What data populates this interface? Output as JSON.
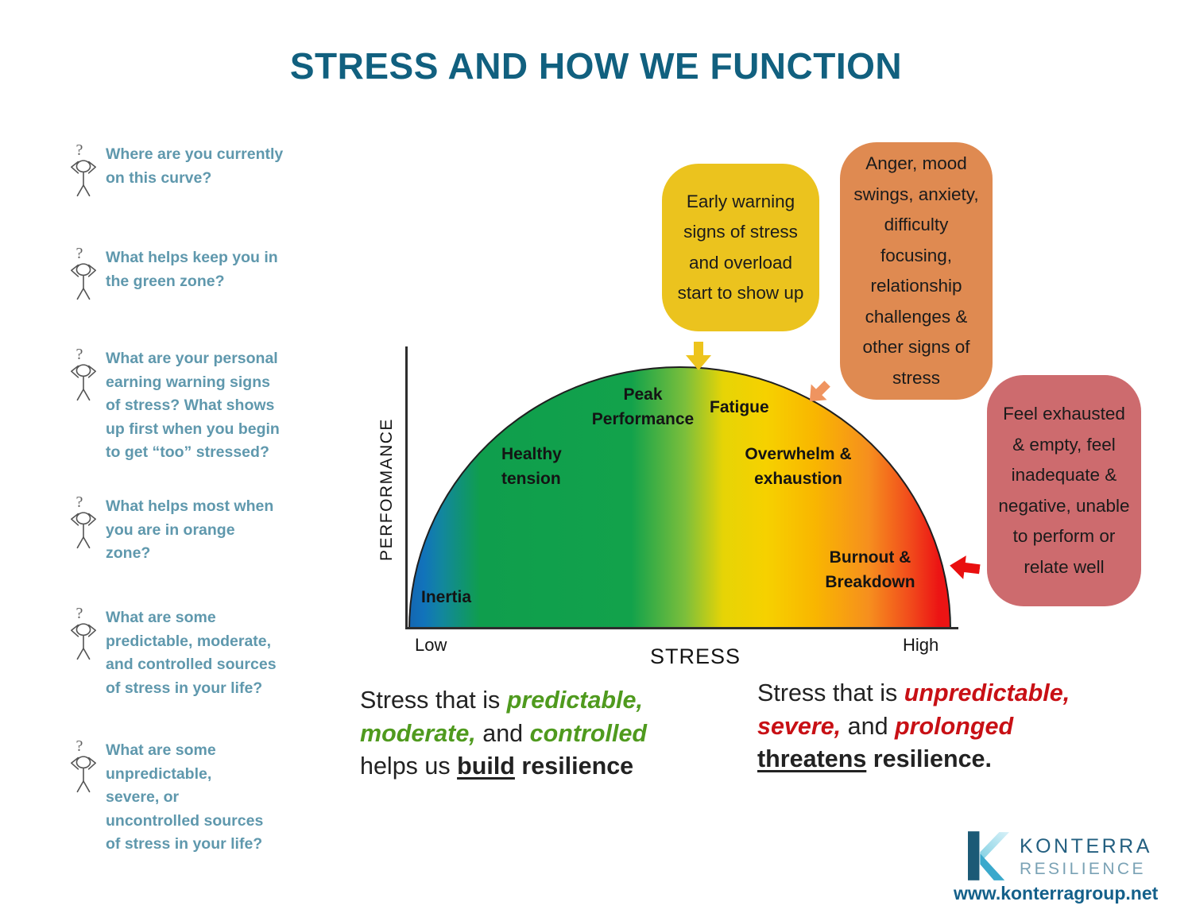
{
  "title": "STRESS AND HOW WE FUNCTION",
  "questions": [
    "Where are you currently\non this curve?",
    "What helps keep you in\nthe green zone?",
    "What are your personal\nearning warning signs\nof stress? What shows\nup first when you begin\nto get “too” stressed?",
    "What helps most when\nyou are in orange\nzone?",
    "What are some\npredictable, moderate,\nand controlled sources\nof stress in your life?",
    "What are some\nunpredictable,\nsevere, or\nuncontrolled sources\nof stress in your life?"
  ],
  "chart": {
    "y_axis": "PERFORMANCE",
    "x_axis": "STRESS",
    "x_low": "Low",
    "x_high": "High",
    "zones": [
      "Inertia",
      "Healthy\ntension",
      "Peak\nPerformance",
      "Fatigue",
      "Overwhelm &\nexhaustion",
      "Burnout &\nBreakdown"
    ]
  },
  "chart_data": {
    "type": "area",
    "title": "Stress vs Performance inverted-U curve",
    "xlabel": "STRESS",
    "ylabel": "PERFORMANCE",
    "x_tick_labels": [
      "Low",
      "High"
    ],
    "shape": "semi-ellipse dome, performance rises then falls as stress increases",
    "zones": [
      {
        "label": "Inertia",
        "x_fraction": 0.05,
        "region": "low stress, low performance",
        "color": "#1173bb"
      },
      {
        "label": "Healthy tension",
        "x_fraction": 0.22,
        "region": "rising performance",
        "color": "#12a24b"
      },
      {
        "label": "Peak Performance",
        "x_fraction": 0.45,
        "region": "top of curve",
        "color": "#7cbf3b"
      },
      {
        "label": "Fatigue",
        "x_fraction": 0.6,
        "region": "just past peak",
        "color": "#f6d100"
      },
      {
        "label": "Overwhelm & exhaustion",
        "x_fraction": 0.72,
        "region": "declining performance",
        "color": "#f9b600"
      },
      {
        "label": "Burnout & Breakdown",
        "x_fraction": 0.87,
        "region": "very high stress, low performance",
        "color": "#ec1414"
      }
    ],
    "gradient_stops": [
      "#1467b2",
      "#12a24b",
      "#7cbf3b",
      "#f6d100",
      "#f9b600",
      "#f68f1e",
      "#ec1414"
    ]
  },
  "callouts": {
    "early_warning": {
      "text": "Early warning\nsigns of stress\nand overload\nstart to show up",
      "bg": "#ebc31e",
      "arrow": "down",
      "arrow_color": "#edc41d"
    },
    "orange_signs": {
      "text": "Anger, mood\nswings, anxiety,\ndifficulty\nfocusing,\nrelationship\nchallenges &\nother signs of\nstress",
      "bg": "#df8a51",
      "arrow": "down-left",
      "arrow_color": "#ef9460"
    },
    "burnout_feelings": {
      "text": "Feel exhausted\n& empty, feel\ninadequate &\nnegative, unable\nto perform or\nrelate well",
      "bg": "#cd6b6e",
      "arrow": "left",
      "arrow_color": "#e90f0f"
    }
  },
  "statements": {
    "positive": {
      "accent_color": "#4f9a1e",
      "lines": [
        {
          "runs": [
            {
              "text": "Stress that is ",
              "style": "plain"
            },
            {
              "text": "predictable,",
              "style": "accent"
            }
          ]
        },
        {
          "runs": [
            {
              "text": "moderate,",
              "style": "accent"
            },
            {
              "text": " and ",
              "style": "plain"
            },
            {
              "text": "controlled",
              "style": "accent"
            }
          ]
        },
        {
          "runs": [
            {
              "text": "helps us ",
              "style": "plain"
            },
            {
              "text": "build",
              "style": "bold-underline"
            },
            {
              "text": " resilience",
              "style": "bold"
            }
          ]
        }
      ]
    },
    "negative": {
      "accent_color": "#c81015",
      "lines": [
        {
          "runs": [
            {
              "text": "Stress that is ",
              "style": "plain"
            },
            {
              "text": "unpredictable,",
              "style": "accent"
            }
          ]
        },
        {
          "runs": [
            {
              "text": "severe,",
              "style": "accent"
            },
            {
              "text": " and ",
              "style": "plain"
            },
            {
              "text": "prolonged",
              "style": "accent"
            }
          ]
        },
        {
          "runs": [
            {
              "text": "threatens",
              "style": "bold-underline"
            },
            {
              "text": " resilience.",
              "style": "bold"
            }
          ]
        }
      ]
    }
  },
  "logo": {
    "brand": "KONTERRA",
    "subbrand": "RESILIENCE",
    "website": "www.konterragroup.net",
    "brand_color": "#235f80",
    "icon_dark": "#1c5a76",
    "icon_mid": "#3aa9cc",
    "icon_light": "#d8f1f8"
  },
  "colors": {
    "title": "#11607f",
    "question_text": "#5f98ad",
    "yellow_box": "#ebc31e",
    "orange_box": "#df8a51",
    "rose_box": "#cd6b6e",
    "yellow_arrow": "#edc41d",
    "orange_arrow": "#ef9460",
    "red_arrow": "#e90f0f",
    "positive_accent": "#4f9a1e",
    "negative_accent": "#c81015"
  }
}
